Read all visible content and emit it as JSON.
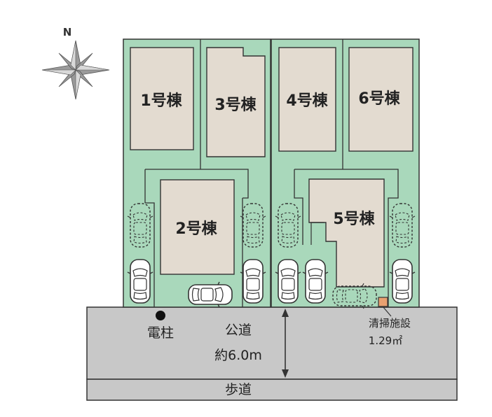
{
  "compass": {
    "label": "N",
    "icon": "compass-rose-icon"
  },
  "buildings": {
    "b1": "1号棟",
    "b2": "2号棟",
    "b3": "3号棟",
    "b4": "4号棟",
    "b5": "5号棟",
    "b6": "6号棟"
  },
  "road": {
    "name": "公道",
    "width": "約6.0m"
  },
  "utility_pole": "電柱",
  "cleaning_facility": {
    "name": "清掃施設",
    "area": "1.29㎡"
  },
  "sidewalk": "歩道",
  "colors": {
    "lot": "#a9d8bb",
    "building": "#e3dbd0",
    "road": "#c8c8c8",
    "outline": "#333333",
    "cleaning_facility": "#e8a070"
  }
}
